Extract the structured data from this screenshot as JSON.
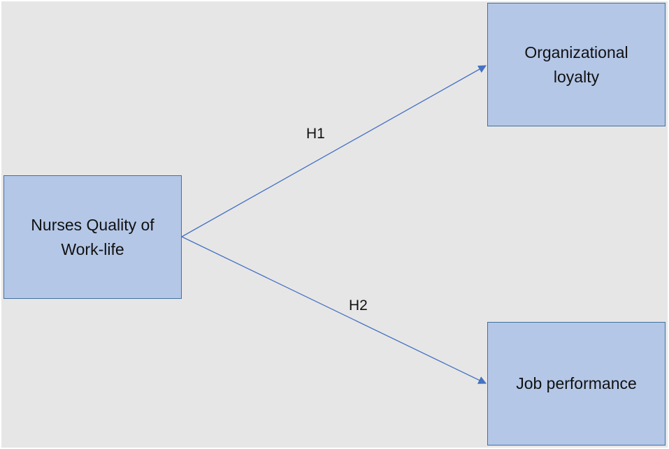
{
  "colors": {
    "background": "#e7e6e6",
    "node_fill": "#b4c7e7",
    "node_border": "#41719c",
    "arrow": "#4472c4"
  },
  "nodes": {
    "qwl": {
      "line1": "Nurses Quality of",
      "line2": "Work-life"
    },
    "loyalty": {
      "line1": "Organizational",
      "line2": "loyalty"
    },
    "performance": {
      "line1": "Job performance"
    }
  },
  "edges": {
    "h1": {
      "label": "H1",
      "from": "Nurses Quality of Work-life",
      "to": "Organizational loyalty"
    },
    "h2": {
      "label": "H2",
      "from": "Nurses Quality of Work-life",
      "to": "Job performance"
    }
  }
}
